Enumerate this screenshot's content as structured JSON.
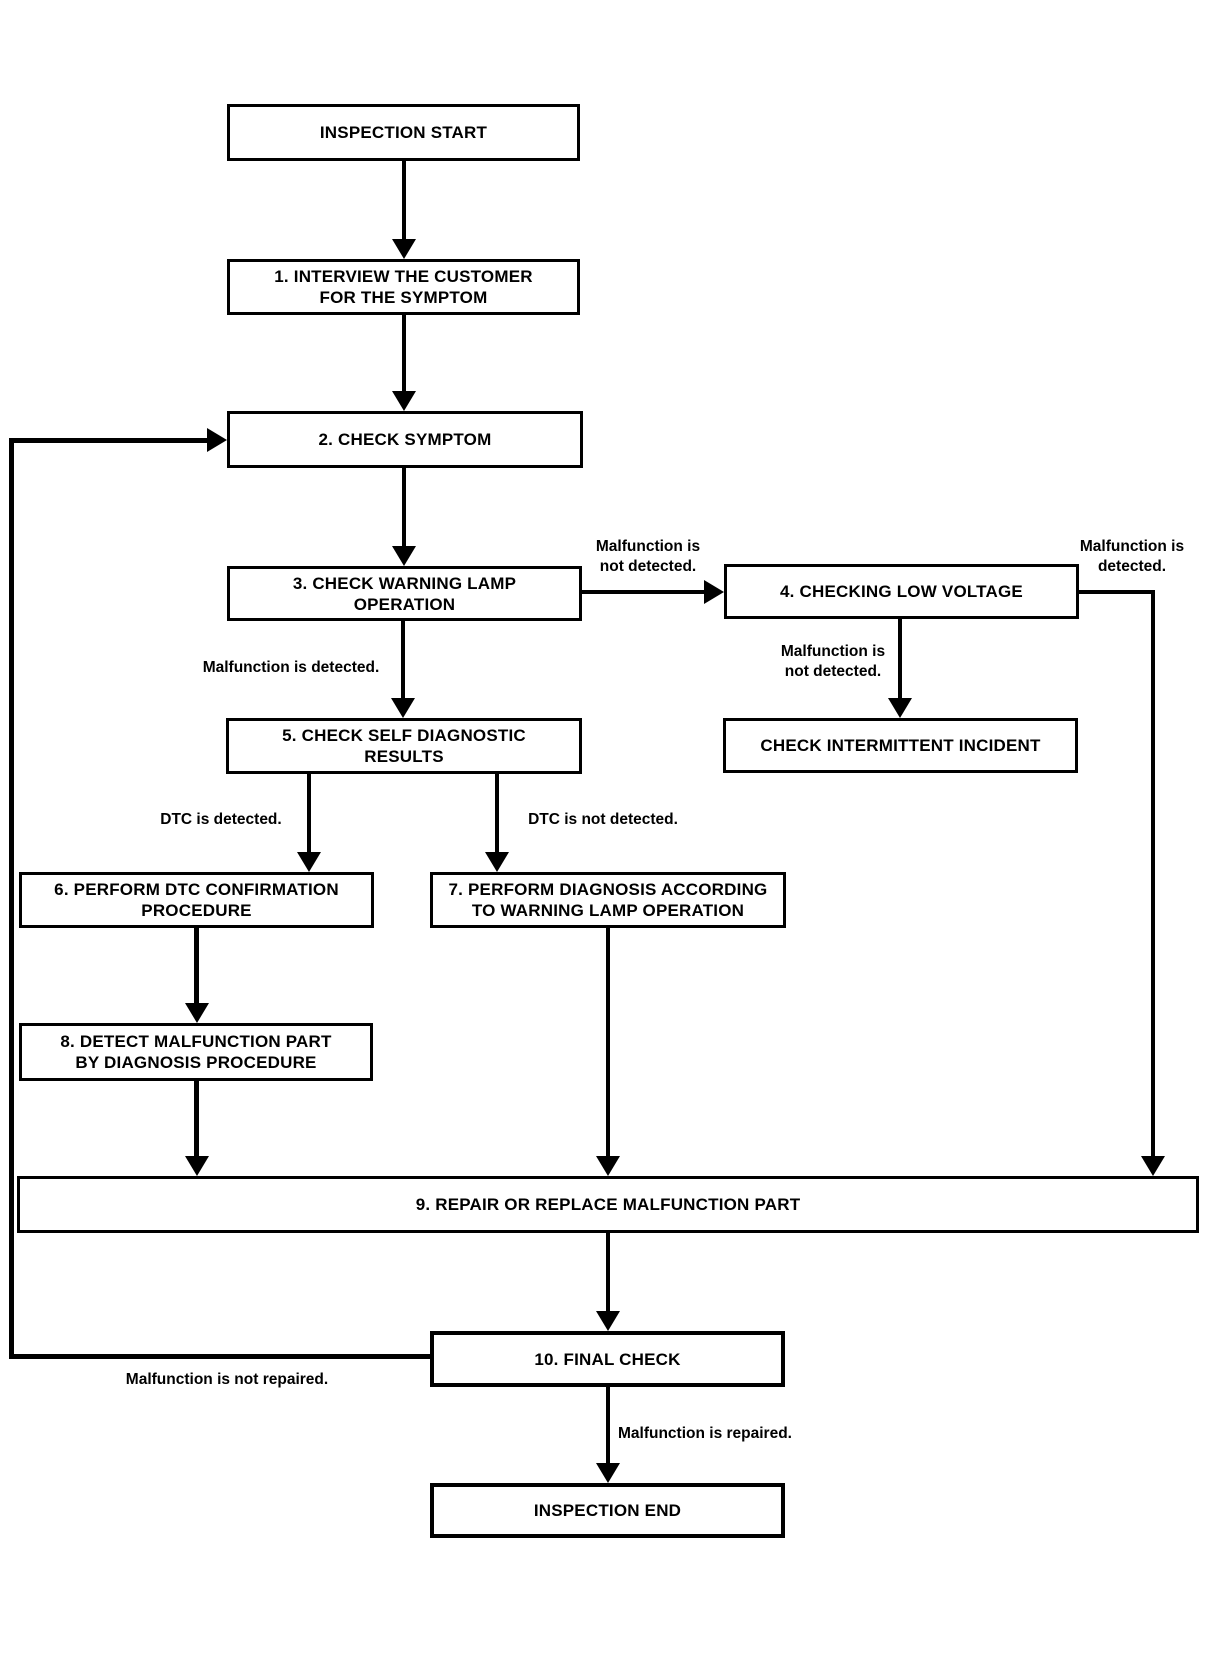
{
  "diagram": {
    "type": "flowchart",
    "background_color": "#ffffff",
    "line_color": "#000000",
    "box_fill_color": "#ffffff",
    "nodes": {
      "start": {
        "lines": [
          "INSPECTION START"
        ]
      },
      "n1": {
        "lines": [
          "1. INTERVIEW THE CUSTOMER",
          "FOR THE SYMPTOM"
        ]
      },
      "n2": {
        "lines": [
          "2. CHECK SYMPTOM"
        ]
      },
      "n3": {
        "lines": [
          "3. CHECK WARNING LAMP",
          "OPERATION"
        ]
      },
      "n4": {
        "lines": [
          "4. CHECKING LOW VOLTAGE"
        ]
      },
      "n5": {
        "lines": [
          "5. CHECK SELF DIAGNOSTIC",
          "RESULTS"
        ]
      },
      "intermittent": {
        "lines": [
          "CHECK INTERMITTENT INCIDENT"
        ]
      },
      "n6": {
        "lines": [
          "6. PERFORM DTC CONFIRMATION",
          "PROCEDURE"
        ]
      },
      "n7": {
        "lines": [
          "7. PERFORM DIAGNOSIS ACCORDING",
          "TO WARNING LAMP OPERATION"
        ]
      },
      "n8": {
        "lines": [
          "8. DETECT MALFUNCTION PART",
          "BY DIAGNOSIS PROCEDURE"
        ]
      },
      "n9": {
        "lines": [
          "9. REPAIR OR REPLACE MALFUNCTION PART"
        ]
      },
      "n10": {
        "lines": [
          "10. FINAL CHECK"
        ]
      },
      "end": {
        "lines": [
          "INSPECTION END"
        ]
      }
    },
    "edge_labels": {
      "lamp_not_detected": {
        "lines": [
          "Malfunction is",
          "not detected."
        ]
      },
      "lamp_detected": {
        "lines": [
          "Malfunction is detected."
        ]
      },
      "voltage_detected": {
        "lines": [
          "Malfunction is",
          "detected."
        ]
      },
      "voltage_not_detected": {
        "lines": [
          "Malfunction is",
          "not detected."
        ]
      },
      "dtc_detected": {
        "lines": [
          "DTC is detected."
        ]
      },
      "dtc_not_detected": {
        "lines": [
          "DTC is not detected."
        ]
      },
      "repaired": {
        "lines": [
          "Malfunction is repaired."
        ]
      },
      "not_repaired": {
        "lines": [
          "Malfunction is not repaired."
        ]
      }
    }
  }
}
